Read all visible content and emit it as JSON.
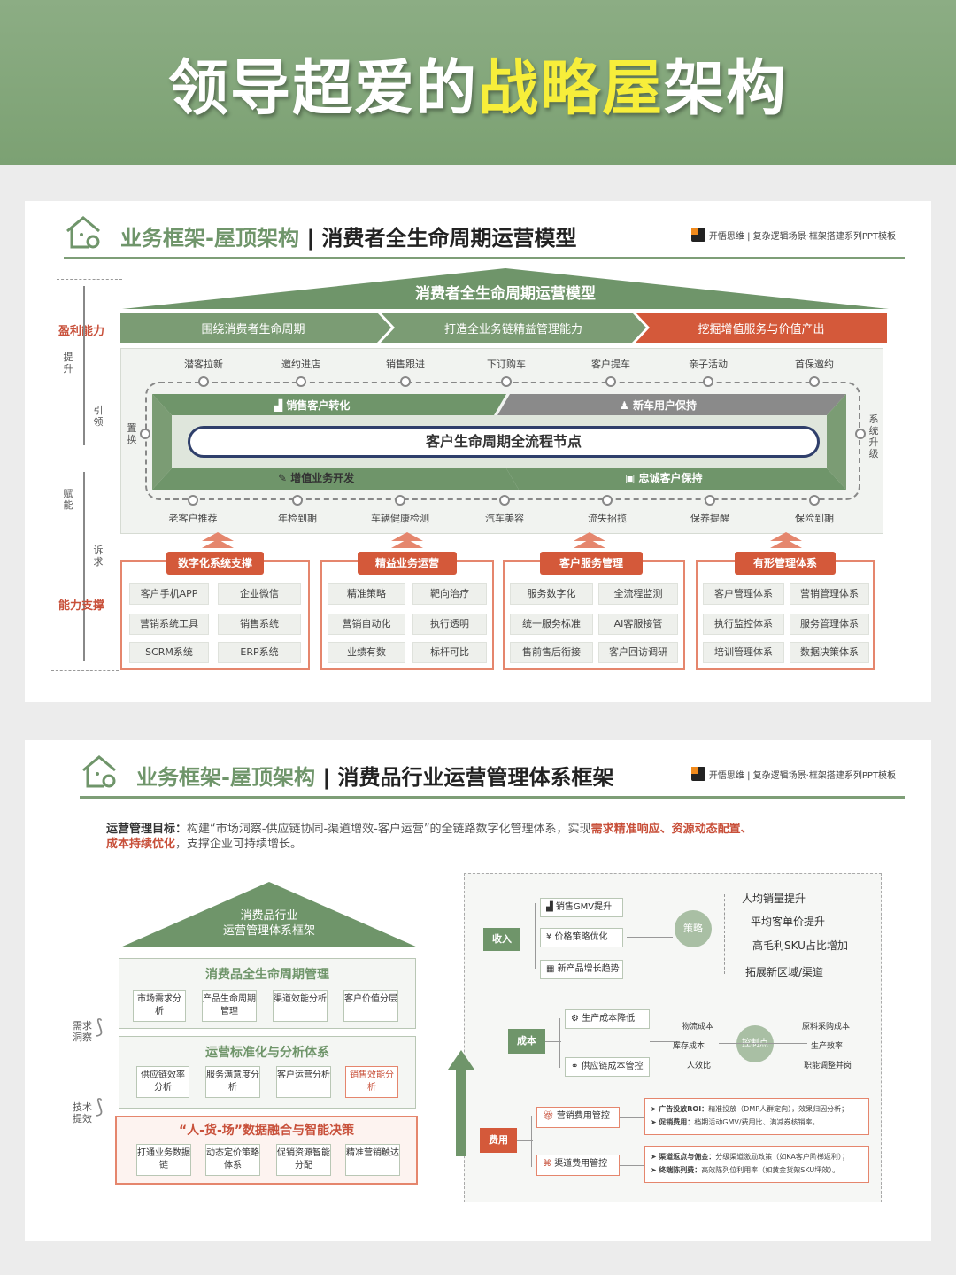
{
  "banner": {
    "title_part1": "领导超爱的",
    "title_highlight": "战略屋",
    "title_part2": "架构"
  },
  "brand_text": "开悟思维 | 复杂逻辑场景·框架搭建系列PPT模板",
  "colors": {
    "green": "#6f956a",
    "red": "#d4593a",
    "grey": "#8a8a8a"
  },
  "slide1": {
    "title_prefix": "业务框架-屋顶架构",
    "title_sep": "|",
    "title_main": "消费者全生命周期运营模型",
    "roof": "消费者全生命周期运营模型",
    "arrows": [
      "围绕消费者生命周期",
      "打造全业务链精益管理能力",
      "挖掘增值服务与价值产出"
    ],
    "left": {
      "profit": "盈利能力",
      "lift": "提升",
      "guide": "引领",
      "empower": "赋能",
      "demand": "诉求",
      "support": "能力支撑",
      "swap": "置换"
    },
    "right_vertical": "系统升级",
    "top_nodes": [
      "潜客拉新",
      "邀约进店",
      "销售跟进",
      "下订购车",
      "客户提车",
      "亲子活动",
      "首保邀约"
    ],
    "bottom_nodes": [
      "老客户推荐",
      "年检到期",
      "车辆健康检测",
      "汽车美容",
      "流失招揽",
      "保养提醒",
      "保险到期"
    ],
    "bands": {
      "sales": "销售客户转化",
      "newcar": "新车用户保持",
      "core": "客户生命周期全流程节点",
      "value": "增值业务开发",
      "loyal": "忠诚客户保持"
    },
    "blocks": [
      {
        "title": "数字化系统支撑",
        "items": [
          "客户手机APP",
          "企业微信",
          "营销系统工具",
          "销售系统",
          "SCRM系统",
          "ERP系统"
        ]
      },
      {
        "title": "精益业务运营",
        "items": [
          "精准策略",
          "靶向治疗",
          "营销自动化",
          "执行透明",
          "业绩有数",
          "标杆可比"
        ]
      },
      {
        "title": "客户服务管理",
        "items": [
          "服务数字化",
          "全流程监测",
          "统一服务标准",
          "AI客服接管",
          "售前售后衔接",
          "客户回访调研"
        ]
      },
      {
        "title": "有形管理体系",
        "items": [
          "客户管理体系",
          "营销管理体系",
          "执行监控体系",
          "服务管理体系",
          "培训管理体系",
          "数据决策体系"
        ]
      }
    ]
  },
  "slide2": {
    "title_prefix": "业务框架-屋顶架构",
    "title_sep": "|",
    "title_main": "消费品行业运营管理体系框架",
    "goal_label": "运营管理目标：",
    "goal_text1": "构建“市场洞察-供应链协同-渠道增效-客户运营”的全链路数字化管理体系，实现",
    "goal_red1": "需求精准响应、资源动态配置、",
    "goal_red2": "成本持续优化",
    "goal_text2": "，支撑企业可持续增长。",
    "roof_line1": "消费品行业",
    "roof_line2": "运营管理体系框架",
    "left_labels": {
      "insight": "需求洞察",
      "tech": "技术提效"
    },
    "sec1": {
      "title": "消费品全生命周期管理",
      "items": [
        "市场需求分析",
        "产品生命周期管理",
        "渠道效能分析",
        "客户价值分层"
      ]
    },
    "sec2": {
      "title": "运营标准化与分析体系",
      "items": [
        "供应链效率分析",
        "服务满意度分析",
        "客户运营分析",
        "销售效能分析"
      ]
    },
    "sec3": {
      "title": "“人-货-场”数据融合与智能决策",
      "items": [
        "打通业务数据链",
        "动态定价策略体系",
        "促销资源智能分配",
        "精准营销触达"
      ]
    },
    "income": {
      "label": "收入",
      "items": [
        "销售GMV提升",
        "价格策略优化",
        "新产品增长趋势"
      ],
      "hub": "策略",
      "outcomes": [
        "人均销量提升",
        "平均客单价提升",
        "高毛利SKU占比增加",
        "拓展新区域/渠道"
      ]
    },
    "cost": {
      "label": "成本",
      "items": [
        "生产成本降低",
        "供应链成本管控"
      ],
      "hub": "控制点",
      "left": [
        "物流成本",
        "库存成本",
        "人效比"
      ],
      "right": [
        "原料采购成本",
        "生产效率",
        "职能调整并岗"
      ]
    },
    "expense": {
      "label": "费用",
      "items": [
        "营销费用管控",
        "渠道费用管控"
      ],
      "notes1": [
        {
          "k": "广告投放ROI：",
          "v": "精准投放（DMP人群定向），效果归因分析；"
        },
        {
          "k": "促销费用：",
          "v": "档期活动GMV/费用比、满减券核销率。"
        }
      ],
      "notes2": [
        {
          "k": "渠道返点与佣金：",
          "v": "分级渠道激励政策（如KA客户阶梯返利）；"
        },
        {
          "k": "终端陈列费：",
          "v": "高效陈列位利用率（如黄金货架SKU坪效）。"
        }
      ]
    }
  }
}
